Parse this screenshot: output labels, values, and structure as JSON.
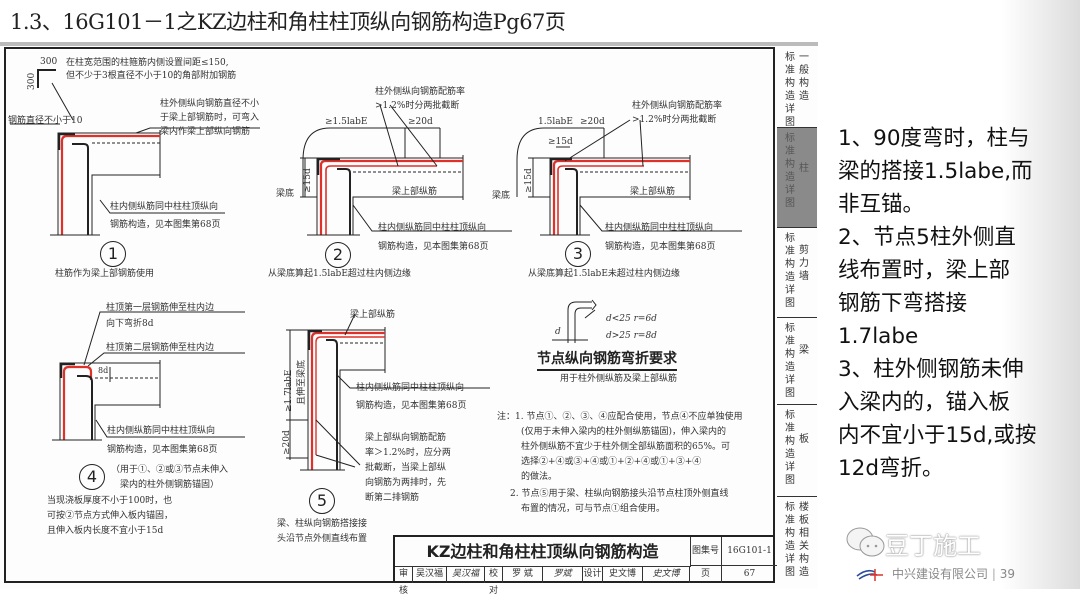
{
  "slide_title": "1.3、16G101－1之KZ边柱和角柱柱顶纵向钢筋构造Pg67页",
  "side_tabs": [
    {
      "left": "标准构造详图",
      "right": "一般构造"
    },
    {
      "left": "标准构造详图",
      "right": "柱"
    },
    {
      "left": "标准构造详图",
      "right": "剪力墙"
    },
    {
      "left": "标准构造详图",
      "right": "梁"
    },
    {
      "left": "标准构造详图",
      "right": "板"
    },
    {
      "left": "标准构造详图",
      "right": "楼板相关构造"
    }
  ],
  "node1": {
    "dim": "300",
    "dim_v": "300",
    "note1": "在柱宽范围的柱箍筋内侧设置间距≤150,",
    "note2": "但不少于3根直径不小于10的角部附加钢筋",
    "note3": "钢筋直径不小于10",
    "outer1": "柱外侧纵向钢筋直径不小",
    "outer2": "于梁上部钢筋时，可弯入",
    "outer3": "梁内作梁上部纵向钢筋",
    "inner1": "柱内侧纵筋同中柱柱顶纵向",
    "inner2": "钢筋构造，见本图集第68页",
    "num": "1",
    "caption": "柱筋作为梁上部钢筋使用"
  },
  "node2": {
    "ratio1": "柱外侧纵向钢筋配筋率",
    "ratio2": ">1.2%时分两批截断",
    "dim_a": "≥1.5labE",
    "dim_b": "≥20d",
    "dim_v": "≥15d",
    "beam_bottom": "梁底",
    "beam_top_bar": "梁上部纵筋",
    "inner1": "柱内侧纵筋同中柱柱顶纵向",
    "inner2": "钢筋构造，见本图集第68页",
    "num": "2",
    "caption": "从梁底算起1.5labE超过柱内侧边缘"
  },
  "node3": {
    "ratio1": "柱外侧纵向钢筋配筋率",
    "ratio2": ">1.2%时分两批截断",
    "dim_a": "1.5labE",
    "dim_b": "≥20d",
    "dim_c": "≥15d",
    "dim_v": "≥15d",
    "beam_bottom": "梁底",
    "beam_top_bar": "梁上部纵筋",
    "inner1": "柱内侧纵筋同中柱柱顶纵向",
    "inner2": "钢筋构造，见本图集第68页",
    "num": "3",
    "caption": "从梁底算起1.5labE未超过柱内侧边缘"
  },
  "node4": {
    "layer1a": "柱顶第一层钢筋伸至柱内边",
    "layer1b": "向下弯折8d",
    "layer2": "柱顶第二层钢筋伸至柱内边",
    "dim": "8d",
    "inner1": "柱内侧纵筋同中柱柱顶纵向",
    "inner2": "钢筋构造，见本图集第68页",
    "num": "4",
    "use1": "（用于①、②或③节点未伸入",
    "use2": "梁内的柱外侧钢筋锚固）",
    "slab1": "当现浇板厚度不小于100时，也",
    "slab2": "可按②节点方式伸入板内锚固，",
    "slab3": "且伸入板内长度不宜小于15d"
  },
  "node5": {
    "beam_top_bar": "梁上部纵筋",
    "dim_a": "≥1.7labE",
    "dim_a2": "且伸至梁底",
    "dim_b": "≥20d",
    "inner1": "柱内侧纵筋同中柱柱顶纵向",
    "inner2": "钢筋构造，见本图集第68页",
    "r1": "梁上部纵向钢筋配筋",
    "r2": "率＞1.2%时，应分两",
    "r3": "批截断，当梁上部纵",
    "r4": "向钢筋为两排时，先",
    "r5": "断第二排钢筋",
    "num": "5",
    "caption1": "梁、柱纵向钢筋搭接接",
    "caption2": "头沿节点外侧直线布置"
  },
  "bend": {
    "d": "d",
    "rule1": "d<25  r=6d",
    "rule2": "d>25  r=8d",
    "heading": "节点纵向钢筋弯折要求",
    "sub": "用于柱外侧纵筋及梁上部纵筋"
  },
  "notes": [
    "注：1. 节点①、②、③、④应配合使用，节点④不应单独使用",
    "(仅用于未伸入梁内的柱外侧纵筋锚固)，伸入梁内的",
    "柱外侧纵筋不宜少于柱外侧全部纵筋面积的65%。可",
    "选择②+④或③+④或①+②+④或①+③+④",
    "的做法。",
    "2. 节点⑤用于梁、柱纵向钢筋接头沿节点柱顶外侧直线",
    "布置的情况，可与节点①组合使用。"
  ],
  "title_block": {
    "title": "KZ边柱和角柱柱顶纵向钢筋构造",
    "atlas_label": "图集号",
    "atlas_no": "16G101-1",
    "review": "审核",
    "reviewer": "吴汉福",
    "reviewer_sign": "吴汉福",
    "check": "校对",
    "checker": "罗 斌",
    "checker_sign": "罗斌",
    "design": "设计",
    "designer": "史文博",
    "designer_sign": "史文博",
    "page_label": "页",
    "page_no": "67"
  },
  "right_text": [
    "1、90度弯时，柱与",
    "梁的搭接1.5labe,而",
    "非互锚。",
    "2、节点5柱外侧直",
    "线布置时，梁上部",
    "钢筋下弯搭接",
    "1.7labe",
    "3、柱外侧钢筋未伸",
    "入梁内的，锚入板",
    "内不宜小于15d,或按",
    "12d弯折。"
  ],
  "watermark": "豆丁施工",
  "footer": {
    "company": "中兴建设有限公司",
    "page": "39"
  },
  "colors": {
    "rebar_red": "#e0302a",
    "line": "#222222"
  }
}
